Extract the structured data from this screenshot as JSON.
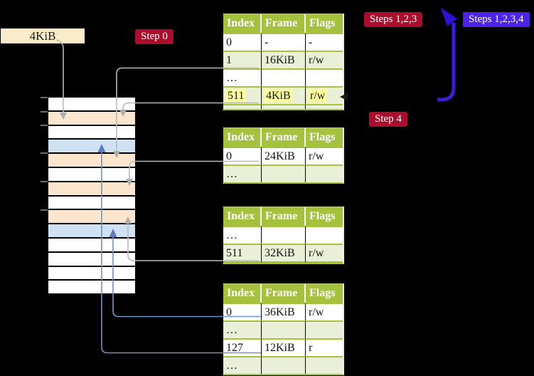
{
  "colors": {
    "background": "#000000",
    "table_header_green": "#a5c13d",
    "table_row_green": "#eaf0d8",
    "table_row_white": "#ffffff",
    "highlight_yellow": "#ffff9c",
    "memory_row_orange": "#fce5cd",
    "memory_row_blue": "#cfe2f3",
    "frame_label_beige": "#faecc8",
    "step_label_red": "#ac0d2d",
    "steps_label_blue": "#4c24e8",
    "connector_gray": "#b9b9b9",
    "connector_blue": "#7193be",
    "big_arrow_blue": "#3d1bdc"
  },
  "labels": {
    "frame_size": "4KiB",
    "step0": "Step 0",
    "steps123": "Steps 1,2,3",
    "steps1234": "Steps 1,2,3,4",
    "step4": "Step 4"
  },
  "memory": {
    "rows": [
      "white",
      "orange",
      "white",
      "blue",
      "orange",
      "white",
      "orange",
      "white",
      "orange",
      "blue",
      "white",
      "white",
      "white",
      "white"
    ],
    "tick_offsets": [
      0,
      20,
      39,
      78,
      118,
      158
    ]
  },
  "tables": [
    {
      "name": "page-table-1",
      "columns": [
        "Index",
        "Frame",
        "Flags"
      ],
      "rows": [
        {
          "cells": [
            "0",
            "-",
            "-"
          ],
          "shade": "white"
        },
        {
          "cells": [
            "1",
            "16KiB",
            "r/w"
          ],
          "shade": "green"
        },
        {
          "cells": [
            "…",
            "",
            ""
          ],
          "shade": "white"
        },
        {
          "cells": [
            "511",
            "4KiB",
            "r/w"
          ],
          "shade": "green",
          "highlight": true
        },
        {
          "cells": [
            "",
            "",
            ""
          ],
          "shade": "green",
          "partial": 7
        }
      ]
    },
    {
      "name": "page-table-2",
      "columns": [
        "Index",
        "Frame",
        "Flags"
      ],
      "rows": [
        {
          "cells": [
            "0",
            "24KiB",
            "r/w"
          ],
          "shade": "white"
        },
        {
          "cells": [
            "…",
            "",
            ""
          ],
          "shade": "green"
        }
      ]
    },
    {
      "name": "page-table-3",
      "columns": [
        "Index",
        "Frame",
        "Flags"
      ],
      "rows": [
        {
          "cells": [
            "…",
            "",
            ""
          ],
          "shade": "white"
        },
        {
          "cells": [
            "511",
            "32KiB",
            "r/w"
          ],
          "shade": "green"
        },
        {
          "cells": [
            "",
            "",
            ""
          ],
          "shade": "white",
          "partial": 2
        }
      ]
    },
    {
      "name": "page-table-4",
      "columns": [
        "Index",
        "Frame",
        "Flags"
      ],
      "rows": [
        {
          "cells": [
            "0",
            "36KiB",
            "r/w"
          ],
          "shade": "white"
        },
        {
          "cells": [
            "…",
            "",
            ""
          ],
          "shade": "green"
        },
        {
          "cells": [
            "127",
            "12KiB",
            "r"
          ],
          "shade": "white"
        },
        {
          "cells": [
            "…",
            "",
            ""
          ],
          "shade": "green"
        }
      ]
    }
  ],
  "connectors": [
    {
      "name": "frame-size-to-memory",
      "from": "4KiB label",
      "to": "orange memory row 2 (4KiB)",
      "color": "gray"
    },
    {
      "name": "table1-entry-1",
      "from": "table 1 entry 1 → 16KiB",
      "to": "orange memory row 5 (16KiB)",
      "color": "gray"
    },
    {
      "name": "table1-entry-511",
      "from": "table 1 entry 511 → 4KiB",
      "to": "orange memory row 2 (4KiB)",
      "color": "gray"
    },
    {
      "name": "table2-entry-0",
      "from": "table 2 entry 0 → 24KiB",
      "to": "orange memory row 7 (24KiB)",
      "color": "gray"
    },
    {
      "name": "table3-entry-511",
      "from": "table 3 entry 511 → 32KiB",
      "to": "orange memory row 9 (32KiB)",
      "color": "gray"
    },
    {
      "name": "table4-entry-0",
      "from": "table 4 entry 0 → 36KiB",
      "to": "blue memory row 10 (36KiB)",
      "color": "blue"
    },
    {
      "name": "table4-entry-127",
      "from": "table 4 entry 127 → 12KiB",
      "to": "blue memory row 4 (12KiB)",
      "color": "blue"
    },
    {
      "name": "steps-loop-arrow",
      "from": "right of Step 4",
      "to": "table 1 / Steps 1,2,3 label",
      "color": "violet-blue"
    }
  ]
}
